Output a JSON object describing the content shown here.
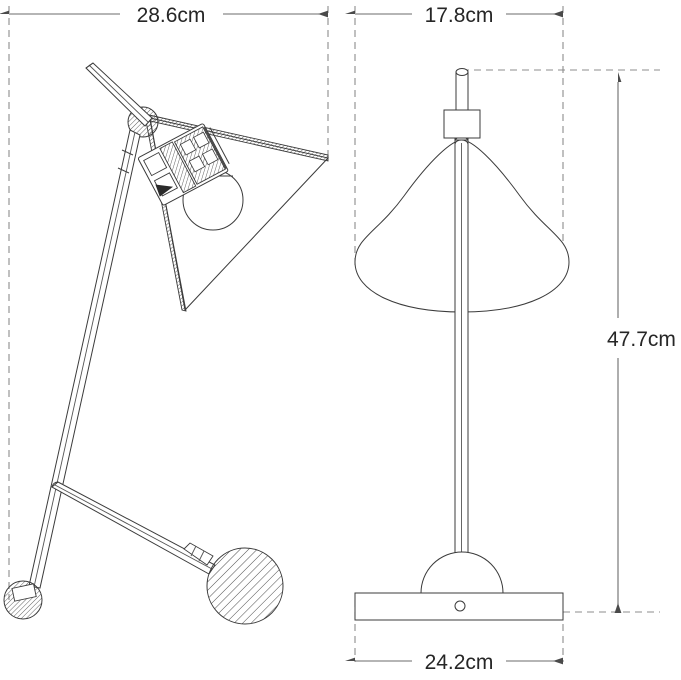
{
  "drawing": {
    "type": "technical-dimension-drawing",
    "subject": "desk lamp orthographic views",
    "background_color": "#ffffff",
    "line_color": "#3b3b3b",
    "dimension_line_color": "#6b6b6b",
    "extension_line_color": "#8c8c8c",
    "text_color": "#262626",
    "units": "cm"
  },
  "dimensions": {
    "top_left": {
      "label": "28.6cm",
      "value": 28.6,
      "unit": "cm",
      "orientation": "horizontal",
      "view": "side-view",
      "describes": "overall depth"
    },
    "top_right": {
      "label": "17.8cm",
      "value": 17.8,
      "unit": "cm",
      "orientation": "horizontal",
      "view": "front-view",
      "describes": "shade width"
    },
    "right": {
      "label": "47.7cm",
      "value": 47.7,
      "unit": "cm",
      "orientation": "vertical",
      "view": "front-view",
      "describes": "overall height"
    },
    "bottom": {
      "label": "24.2cm",
      "value": 24.2,
      "unit": "cm",
      "orientation": "horizontal",
      "view": "front-view",
      "describes": "base width"
    }
  },
  "views": {
    "side": {
      "name": "side-view",
      "parts": [
        "cone-shade",
        "bulb",
        "socket",
        "ball-joint",
        "upper-arm",
        "main-stem",
        "lower-arm",
        "counterweight-ball",
        "foot-ball"
      ]
    },
    "front": {
      "name": "front-view",
      "parts": [
        "finial-cylinder",
        "joint-block",
        "teardrop-shade",
        "vertical-rod",
        "base-dome",
        "base-plate",
        "base-screw-hole"
      ]
    }
  }
}
